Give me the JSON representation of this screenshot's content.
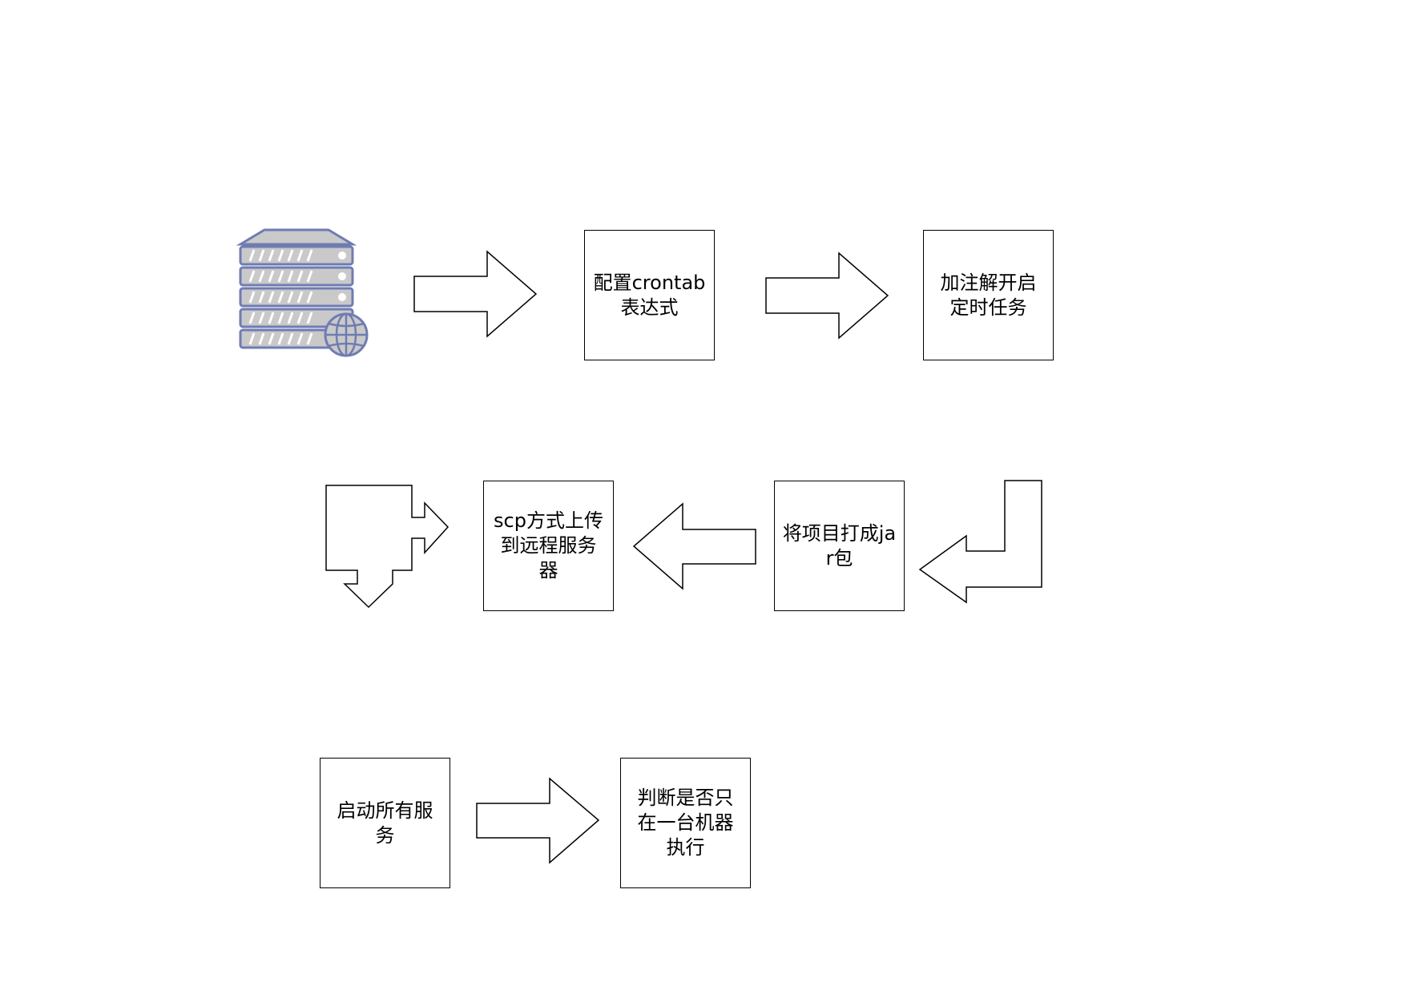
{
  "nodes": {
    "configure_crontab": "配置crontab表达式",
    "annotate_scheduled_task": "加注解开启定时任务",
    "package_jar": "将项目打成jar包",
    "scp_upload": "scp方式上传到远程服务器",
    "start_services": "启动所有服务",
    "check_single_machine": "判断是否只在一台机器执行"
  },
  "icons": {
    "server": "server-with-globe-icon"
  },
  "colors": {
    "server_fill": "#c9c9c9",
    "server_stroke": "#6f7cb3",
    "box_border": "#000000",
    "arrow_stroke": "#000000"
  }
}
